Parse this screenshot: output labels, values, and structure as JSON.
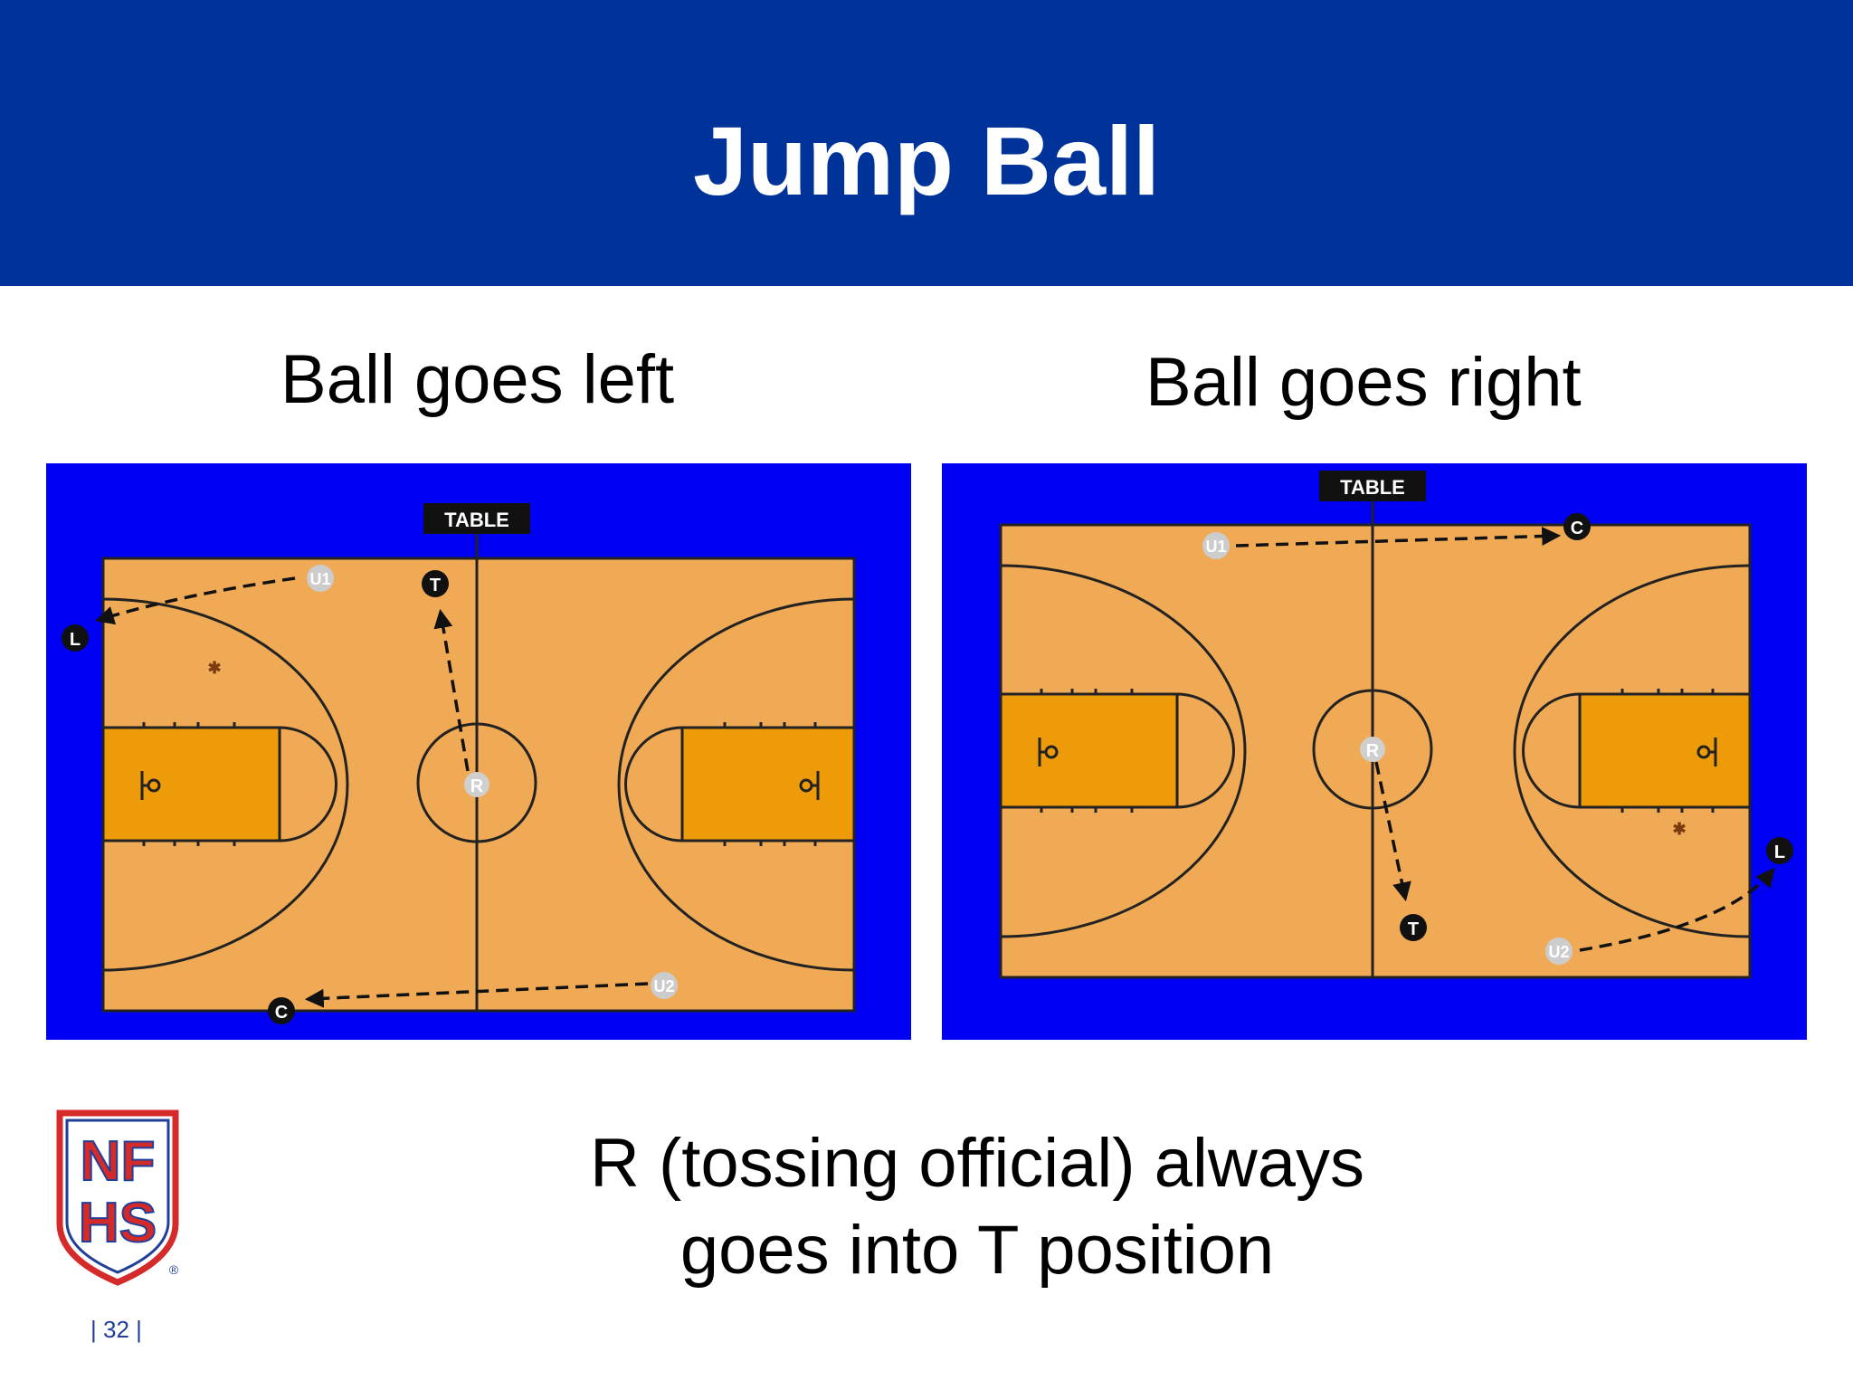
{
  "slide": {
    "title": "Jump Ball",
    "page_number": "| 32 |"
  },
  "panels": {
    "left": {
      "heading": "Ball goes left",
      "table_label": "TABLE",
      "officials": [
        "L",
        "T",
        "C",
        "R"
      ],
      "players": [
        "U1",
        "U2"
      ],
      "arrows": [
        "R to T",
        "U1 to L",
        "U2 to C"
      ]
    },
    "right": {
      "heading": "Ball goes right",
      "table_label": "TABLE",
      "officials": [
        "C",
        "T",
        "L",
        "R"
      ],
      "players": [
        "U1",
        "U2"
      ],
      "arrows": [
        "R to T",
        "U1 to C",
        "U2 to L"
      ]
    }
  },
  "caption": {
    "line1": "R (tossing official) always",
    "line2": "goes into T position"
  },
  "logo": {
    "text_top": "NF",
    "text_bottom": "HS",
    "registered": "®"
  },
  "colors": {
    "title_bar": "#003399",
    "panel_background": "#0000f5",
    "court_floor": "#f0aa55",
    "paint_area": "#ee9b0a",
    "official_marker": "#111111",
    "player_marker": "#cccccc",
    "logo_red": "#d42a2a",
    "logo_blue": "#1f3f99"
  }
}
